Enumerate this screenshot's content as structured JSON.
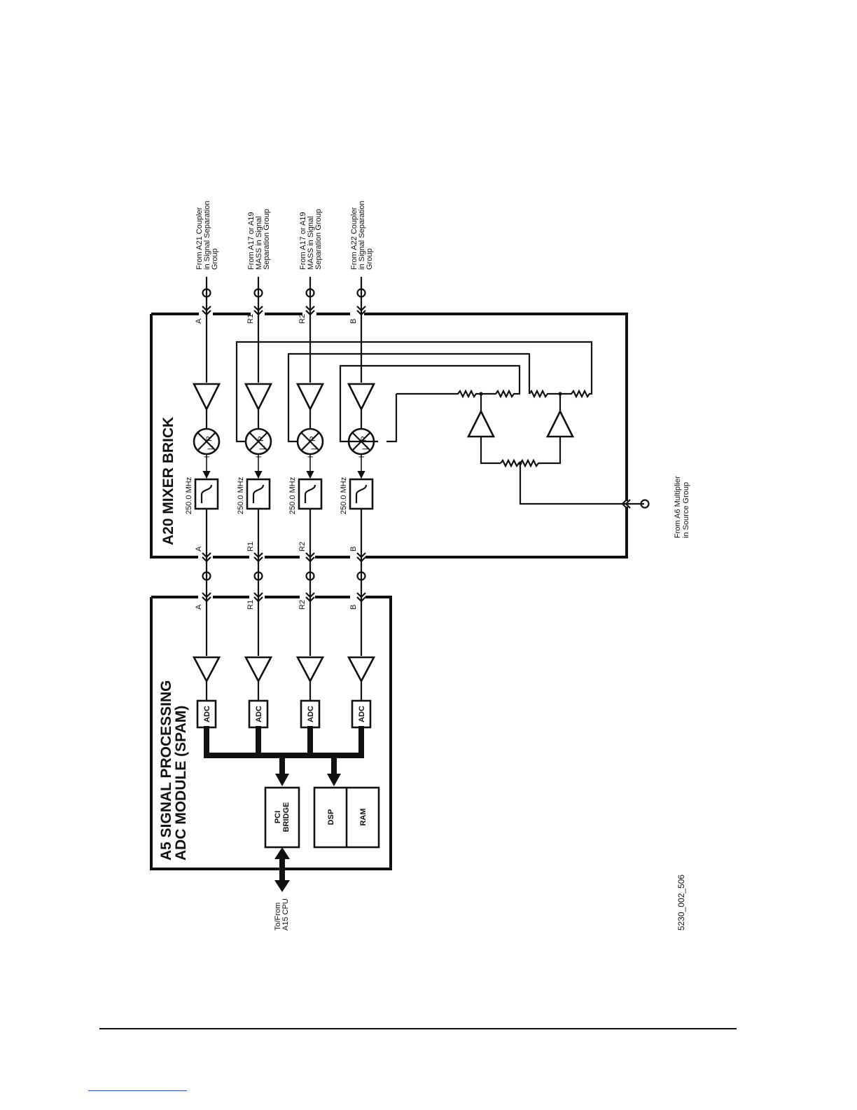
{
  "mixer": {
    "title": "A20 MIXER BRICK",
    "filter_label": "250.0 MHz",
    "mixer_ports": {
      "r": "R",
      "l": "L",
      "i": "I"
    },
    "lo_source": "From A6 Multiplier in Source Group"
  },
  "spam": {
    "title_line1": "A5 SIGNAL PROCESSING",
    "title_line2": "ADC MODULE  (SPAM)",
    "adc_label": "ADC",
    "pci_line1": "PCI",
    "pci_line2": "BRIDGE",
    "dsp_label": "DSP",
    "ram_label": "RAM",
    "cpu_line1": "To/From",
    "cpu_line2": "A15 CPU"
  },
  "channels": [
    {
      "name": "A",
      "source_line1": "From A21 Coupler",
      "source_line2": "in Signal Separation",
      "source_line3": "Group"
    },
    {
      "name": "R1",
      "source_line1": "From A17 or A19",
      "source_line2": "MASS in Signal",
      "source_line3": "Separation Group"
    },
    {
      "name": "R2",
      "source_line1": "From A17 or A19",
      "source_line2": "MASS in Signal",
      "source_line3": "Separation Group"
    },
    {
      "name": "B",
      "source_line1": "From A22 Coupler",
      "source_line2": "in Signal Separation",
      "source_line3": "Group"
    }
  ],
  "figure_id": "5230_002_506",
  "colors": {
    "ink": "#111111",
    "link": "#2b4fd8"
  }
}
